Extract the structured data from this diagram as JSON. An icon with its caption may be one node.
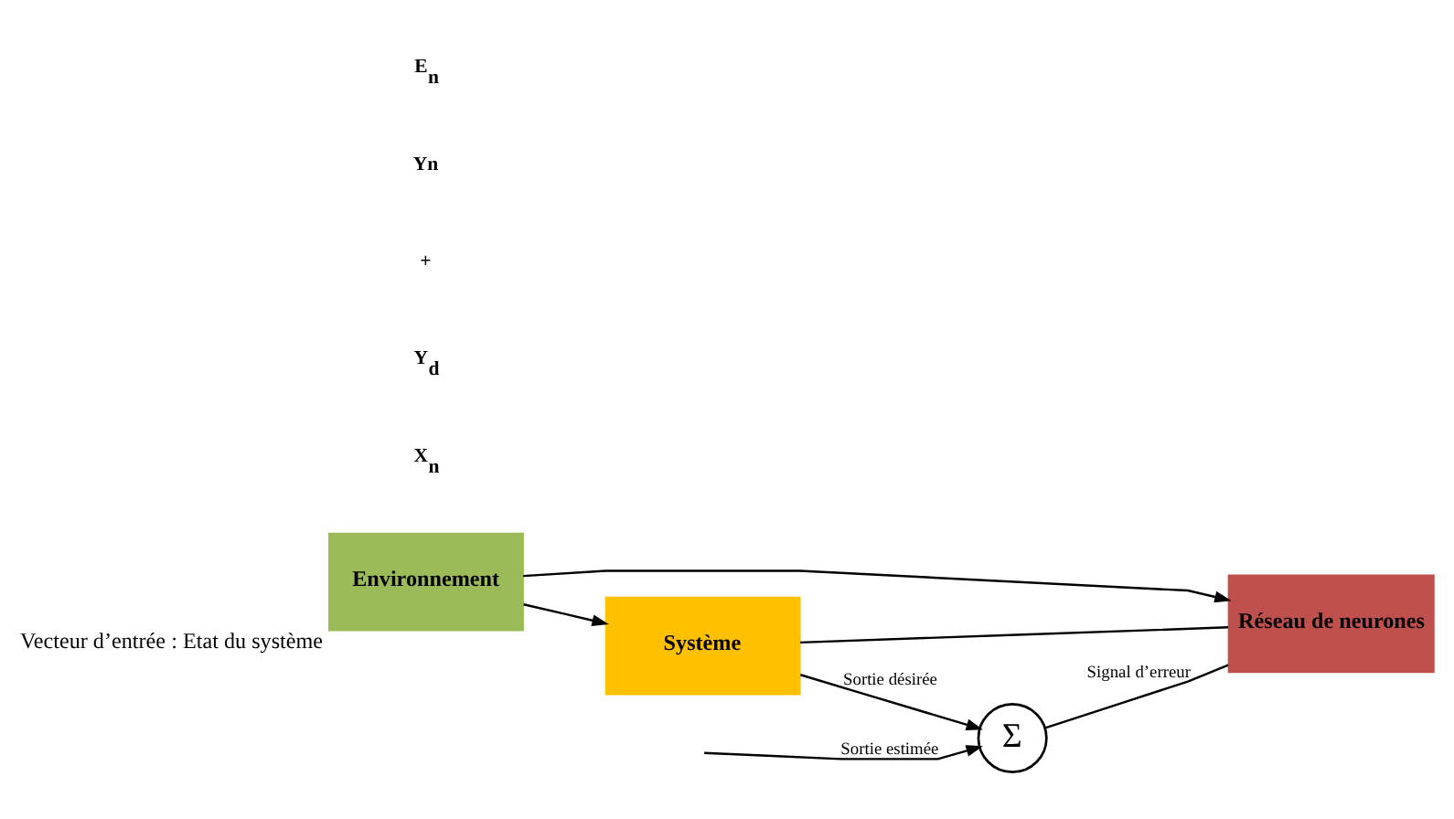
{
  "diagram": {
    "nodes": [
      {
        "text": [
          "Environnement"
        ],
        "beside": [
          "Vecteur d’entrée : Etat du système"
        ]
      },
      {
        "text": [
          "Système"
        ]
      },
      {
        "text": [
          "Réseau de neurones"
        ]
      },
      {
        "text": [
          "Σ"
        ]
      }
    ],
    "edges": [
      {
        "from": 0,
        "to": 1,
        "arrow": "to"
      },
      {
        "from": 0,
        "to": 2,
        "arrow": "to"
      },
      {
        "from": 1,
        "to": 2,
        "arrow": "none"
      },
      {
        "from": 1,
        "to": 3,
        "arrow": "to",
        "label": "Sortie désirée"
      },
      {
        "from": null,
        "to": 3,
        "arrow": "to",
        "label": "Sortie estimée"
      },
      {
        "from": 3,
        "to": 2,
        "arrow": "none",
        "label": "Signal d’erreur"
      }
    ],
    "labels": [
      "X$_{n}$",
      "Y$_{d}$",
      "+",
      "Yn",
      "E$_{n}$"
    ]
  }
}
